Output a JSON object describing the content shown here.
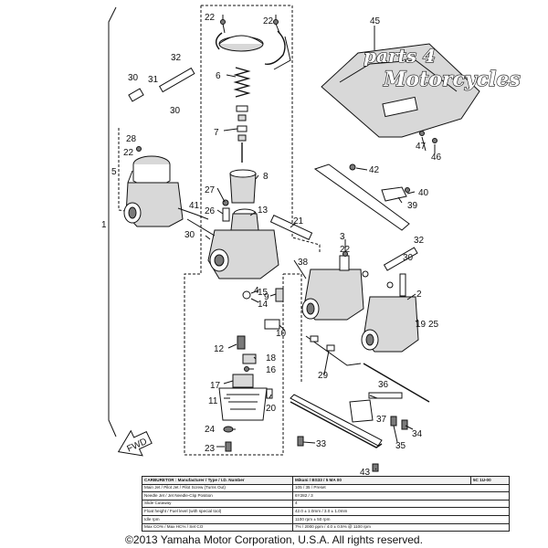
{
  "watermark": {
    "line1": "parts 4",
    "line2": "Motorcycles"
  },
  "fwd_label": "FWD",
  "callouts": {
    "c1": "1",
    "c2": "2",
    "c3": "3",
    "c4": "4",
    "c5": "5",
    "c6": "6",
    "c7": "7",
    "c8": "8",
    "c9": "9",
    "c10": "10",
    "c11": "11",
    "c12": "12",
    "c13": "13",
    "c14": "14",
    "c15": "15",
    "c16": "16",
    "c17": "17",
    "c18": "18",
    "c19": "19",
    "c20": "20",
    "c21": "21",
    "c22a": "22",
    "c22b": "22",
    "c22c": "22",
    "c22d": "22",
    "c23": "23",
    "c24": "24",
    "c25": "25",
    "c26": "26",
    "c27": "27",
    "c28": "28",
    "c29": "29",
    "c30a": "30",
    "c30b": "30",
    "c30c": "30",
    "c30d": "30",
    "c31": "31",
    "c32a": "32",
    "c32b": "32",
    "c33": "33",
    "c34": "34",
    "c35": "35",
    "c36": "36",
    "c37": "37",
    "c38": "38",
    "c39": "39",
    "c40": "40",
    "c41": "41",
    "c42": "42",
    "c43": "43",
    "c45": "45",
    "c46": "46",
    "c47": "47"
  },
  "spec_table": {
    "header": {
      "label": "CARBURETOR : Manufacturer / Type / I.D. Number",
      "value": "Mikuni / BS33 / 5 MA 00",
      "code": "5C 1U-00"
    },
    "rows": [
      {
        "label": "Main Jet / Pilot Jet / Pilot Screw (Turns Out)",
        "value": "105 / 35 / Preset"
      },
      {
        "label": "Needle Jet / Jet Needle-Clip Position",
        "value": "6Y282 / 3"
      },
      {
        "label": "Slide Cutaway",
        "value": "4"
      },
      {
        "label": "Float height / Fuel level (with special tool)",
        "value": "42.0 ± 1.0mm / 3.0 ± 1.0mm"
      },
      {
        "label": "Idle rpm",
        "value": "1100 rpm ± 50 rpm"
      },
      {
        "label": "Max CO% / Max HC% / Set CO",
        "value": "7% / 2000 ppm / 4.0 ± 0.5% @ 1100 rpm"
      }
    ]
  },
  "copyright": "©2013 Yamaha Motor Corporation, U.S.A. All rights reserved."
}
